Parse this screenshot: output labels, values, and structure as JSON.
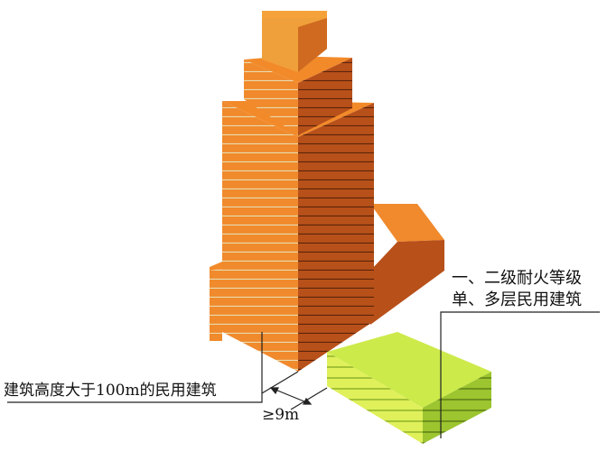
{
  "labels": {
    "high_rise": "建筑高度大于100m的民用建筑",
    "low_rise_line1": "一、二级耐火等级",
    "low_rise_line2": "单、多层民用建筑",
    "distance": "≥9m"
  },
  "colors": {
    "tower_front": "#f08a2c",
    "tower_side": "#b8501a",
    "tower_top": "#f28a2a",
    "cap_top": "#f5a23a",
    "low_top": "#ccea4a",
    "low_front": "#dff05a",
    "low_side": "#9cc52f",
    "line": "#222222"
  }
}
